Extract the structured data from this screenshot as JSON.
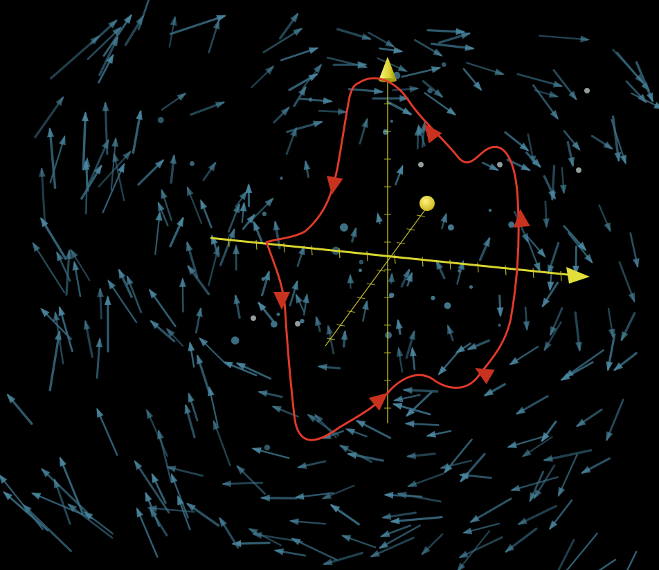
{
  "scene": {
    "background": "#000000",
    "field_color": "#3a6f86",
    "field_head_color": "#4c8aa3",
    "axis_color": "#d9d630",
    "axis_head_color": "#e3df3a",
    "curve_color": "#e03a2a",
    "curve_arrow_color": "#c8321f",
    "marker_color": "#e6d52a",
    "field_arrow_count": 320,
    "curve_direction_arrows": 6,
    "description_items": [
      "vector-field",
      "axes",
      "closed-curve",
      "origin-marker"
    ]
  }
}
